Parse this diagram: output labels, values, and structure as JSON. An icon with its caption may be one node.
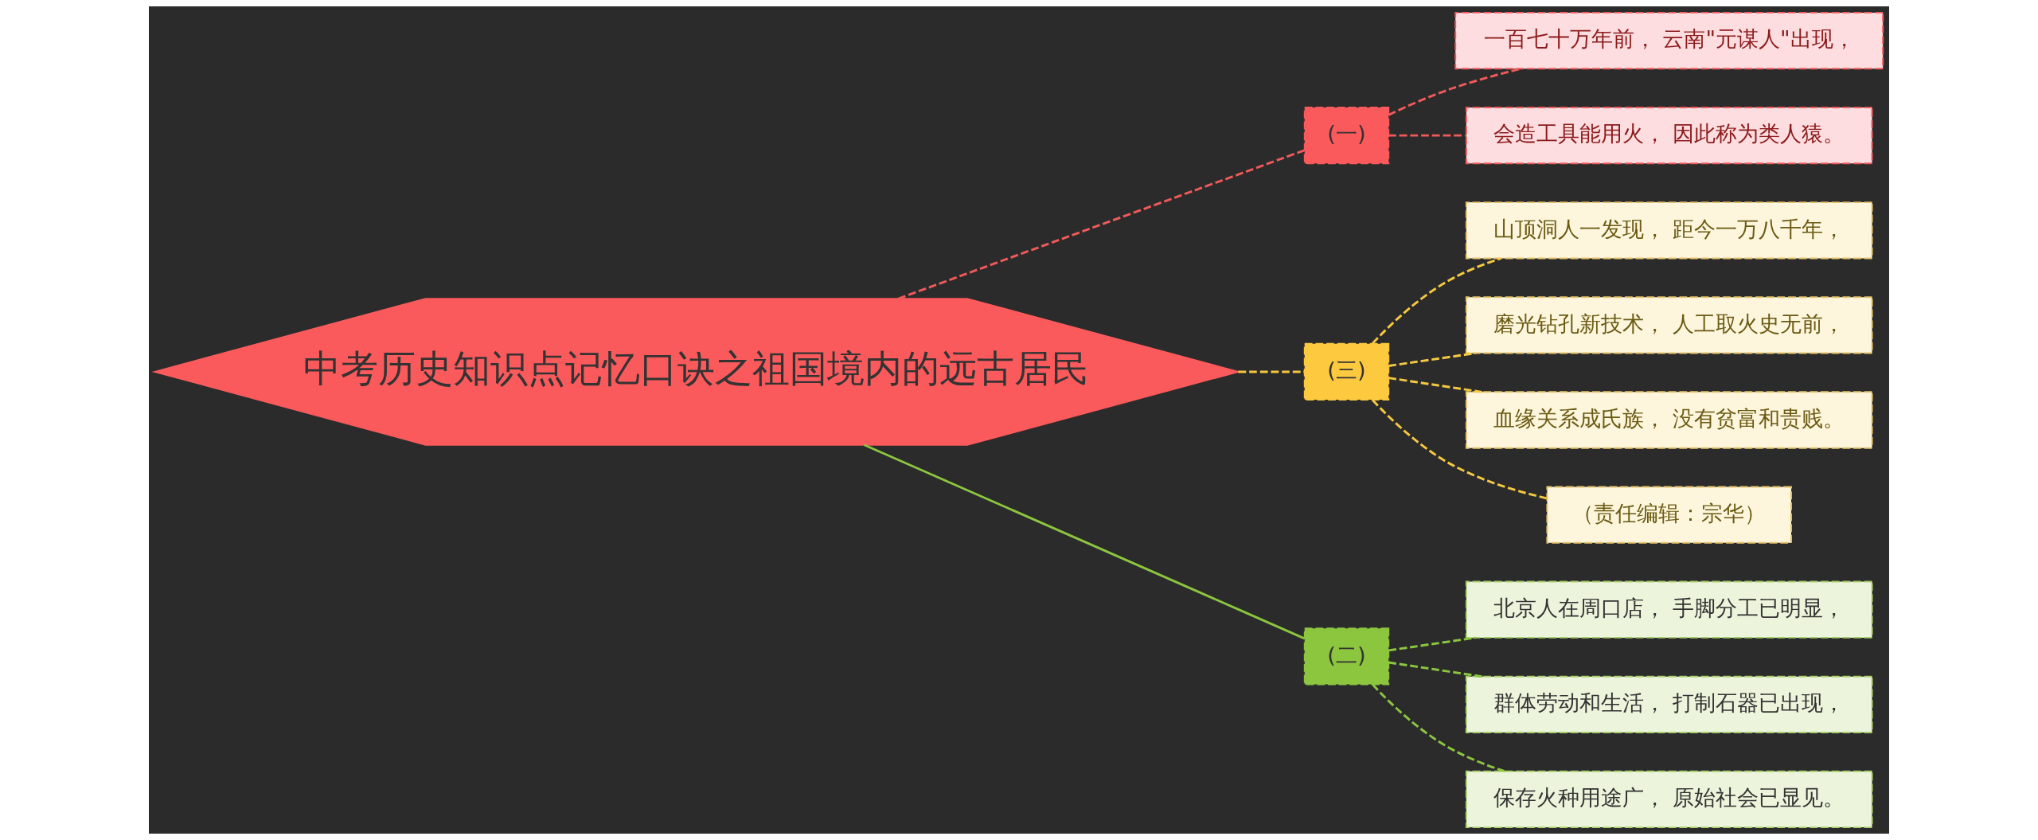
{
  "diagram": {
    "nodes": [
      {
        "text": [
          "中考历史知识点记忆口诀之祖国境内的远古居民"
        ]
      },
      {
        "text": [
          "(一)"
        ]
      },
      {
        "text": [
          "一百七十万年前， 云南\"元谋人\"出现，"
        ]
      },
      {
        "text": [
          "会造工具能用火， 因此称为类人猿。"
        ]
      },
      {
        "text": [
          "(三)"
        ]
      },
      {
        "text": [
          "山顶洞人一发现， 距今一万八千年，"
        ]
      },
      {
        "text": [
          "磨光钻孔新技术， 人工取火史无前，"
        ]
      },
      {
        "text": [
          "血缘关系成氏族， 没有贫富和贵贱。"
        ]
      },
      {
        "text": [
          "（责任编辑：宗华）"
        ]
      },
      {
        "text": [
          "(二)"
        ]
      },
      {
        "text": [
          "北京人在周口店， 手脚分工已明显，"
        ]
      },
      {
        "text": [
          "群体劳动和生活， 打制石器已出现，"
        ]
      },
      {
        "text": [
          "保存火种用途广， 原始社会已显见。"
        ]
      }
    ],
    "edges": [
      {
        "from": 0,
        "to": 1,
        "arrow": "none",
        "style": "dashed",
        "color": "#f05a5a"
      },
      {
        "from": 1,
        "to": 2,
        "arrow": "none",
        "style": "dashed",
        "color": "#f05a5a"
      },
      {
        "from": 1,
        "to": 3,
        "arrow": "none",
        "style": "dashed",
        "color": "#f05a5a"
      },
      {
        "from": 0,
        "to": 4,
        "arrow": "none",
        "style": "dashed",
        "color": "#f5c842"
      },
      {
        "from": 4,
        "to": 5,
        "arrow": "none",
        "style": "dashed",
        "color": "#f5c842"
      },
      {
        "from": 4,
        "to": 6,
        "arrow": "none",
        "style": "dashed",
        "color": "#f5c842"
      },
      {
        "from": 4,
        "to": 7,
        "arrow": "none",
        "style": "dashed",
        "color": "#f5c842"
      },
      {
        "from": 4,
        "to": 8,
        "arrow": "none",
        "style": "dashed",
        "color": "#f5c842"
      },
      {
        "from": 0,
        "to": 9,
        "arrow": "none",
        "color": "#8cc63f"
      },
      {
        "from": 9,
        "to": 10,
        "arrow": "none",
        "style": "dashed",
        "color": "#8cc63f"
      },
      {
        "from": 9,
        "to": 11,
        "arrow": "none",
        "style": "dashed",
        "color": "#8cc63f"
      },
      {
        "from": 9,
        "to": 12,
        "arrow": "none",
        "style": "dashed",
        "color": "#8cc63f"
      }
    ]
  }
}
